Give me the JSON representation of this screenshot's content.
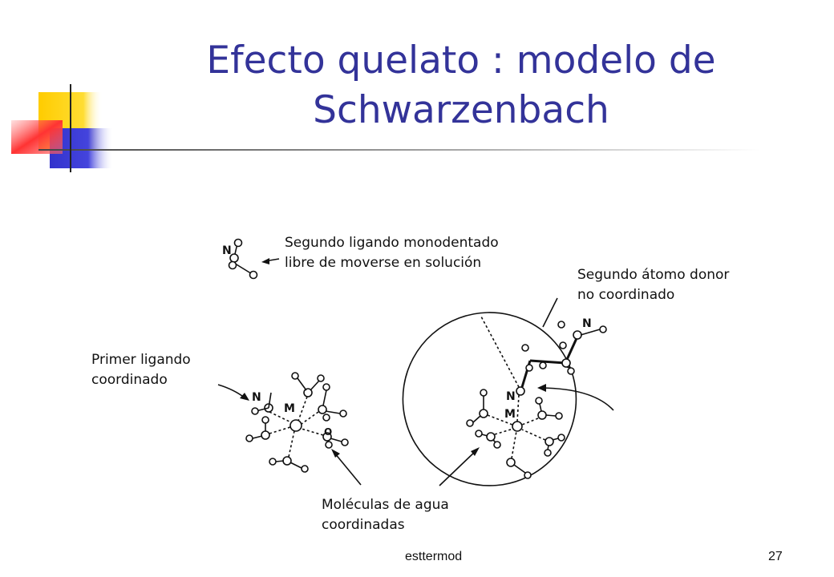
{
  "slide": {
    "title_line1": "Efecto quelato : modelo de",
    "title_line2": "Schwarzenbach",
    "footer_left": "esttermod",
    "page_number": "27"
  },
  "labels": {
    "free_ligand_1": "Segundo ligando monodentado",
    "free_ligand_2": "libre de moverse en solución",
    "donor_1": "Segundo átomo donor",
    "donor_2": "no coordinado",
    "first_ligand_1": "Primer ligando",
    "first_ligand_2": "coordinado",
    "water_1": "Moléculas de agua",
    "water_2": "coordinadas"
  },
  "atoms": {
    "N": "N",
    "M": "M",
    "O": "O"
  },
  "colors": {
    "title": "#333399",
    "deco_yellow": "#ffcc00",
    "deco_blue": "#3333cc",
    "deco_red": "#ff3333"
  }
}
